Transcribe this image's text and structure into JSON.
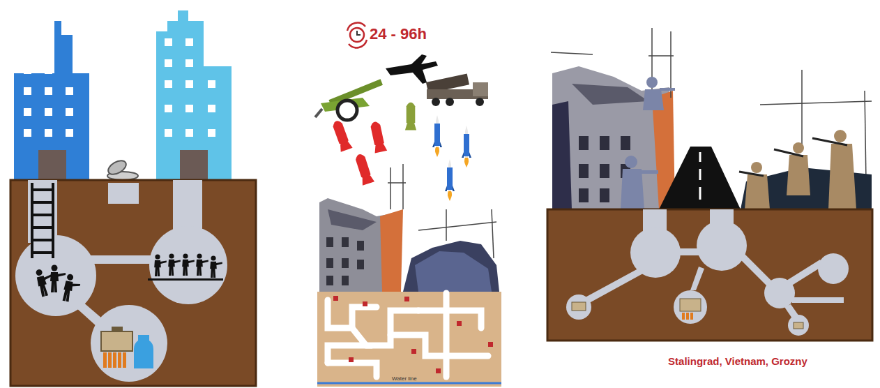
{
  "diagram": {
    "labels": [
      "24 - 96h",
      "Water line",
      "Stalingrad, Vietnam, Grozny"
    ]
  }
}
